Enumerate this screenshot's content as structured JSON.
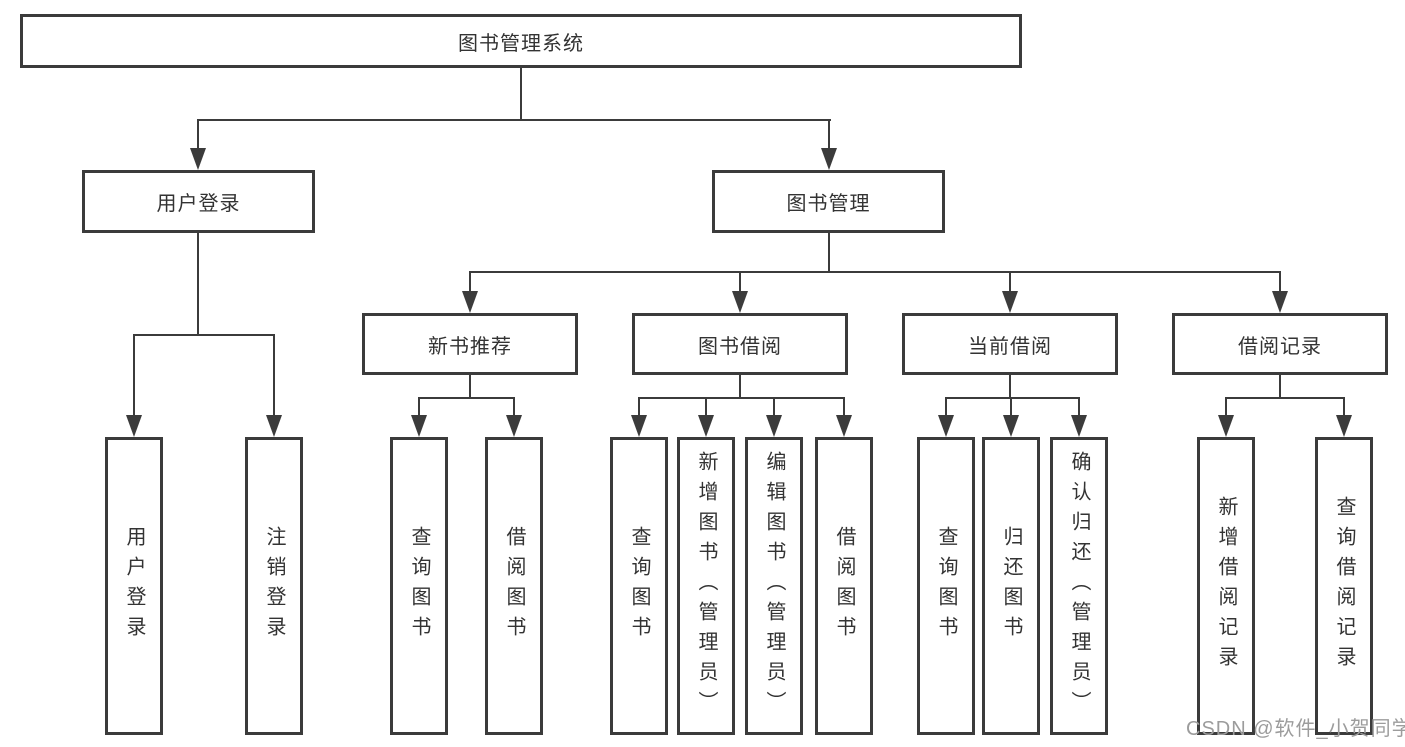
{
  "root": {
    "label": "图书管理系统"
  },
  "level2": {
    "user_login": {
      "label": "用户登录"
    },
    "book_management": {
      "label": "图书管理"
    }
  },
  "level3": {
    "new_book_recommendation": {
      "label": "新书推荐"
    },
    "book_borrowing": {
      "label": "图书借阅"
    },
    "current_borrowing": {
      "label": "当前借阅"
    },
    "borrowing_records": {
      "label": "借阅记录"
    }
  },
  "leaves": {
    "user_login_leaf": {
      "label": "用户登录"
    },
    "logout_leaf": {
      "label": "注销登录"
    },
    "recommend_query_books": {
      "label": "查询图书"
    },
    "recommend_borrow_books": {
      "label": "借阅图书"
    },
    "borrowing_query_books": {
      "label": "查询图书"
    },
    "add_books_admin": {
      "label": "新增图书（管理员）"
    },
    "edit_books_admin": {
      "label": "编辑图书（管理员）"
    },
    "borrowing_borrow_books": {
      "label": "借阅图书"
    },
    "current_query_books": {
      "label": "查询图书"
    },
    "return_books": {
      "label": "归还图书"
    },
    "confirm_return_admin": {
      "label": "确认归还（管理员）"
    },
    "add_borrow_record": {
      "label": "新增借阅记录"
    },
    "query_borrow_record": {
      "label": "查询借阅记录"
    }
  },
  "watermark": "CSDN @软件_小贺同学",
  "colors": {
    "border": "#3b3b3b",
    "line": "#3b3b3b",
    "text": "#333333",
    "watermark": "#9c9c9c",
    "background": "#ffffff"
  }
}
